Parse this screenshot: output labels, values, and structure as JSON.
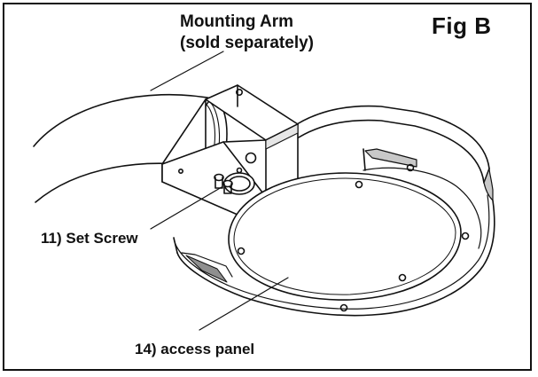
{
  "figure": {
    "title": "Fig B"
  },
  "labels": {
    "mounting_arm_line1": "Mounting Arm",
    "mounting_arm_line2": "(sold separately)",
    "set_screw": "11) Set Screw",
    "access_panel": "14) access panel"
  },
  "colors": {
    "line": "#111111",
    "background": "#ffffff",
    "shade_light": "#e6e6e6",
    "shade_mid": "#c8c8c8",
    "shade_dark": "#8f8f8f"
  }
}
